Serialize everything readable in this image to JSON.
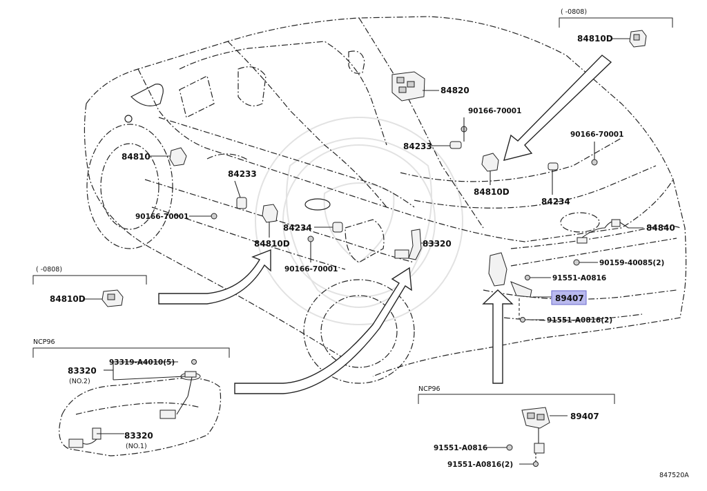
{
  "diagram": {
    "code": "847520A",
    "callouts": {
      "p84810D_top": "84810D",
      "p84820": "84820",
      "p90166_a": "90166-70001",
      "p84233_a": "84233",
      "p90166_b": "90166-70001",
      "p84810D_mid": "84810D",
      "p84234_a": "84234",
      "p84810": "84810",
      "p84233_b": "84233",
      "p90166_c": "90166-70001",
      "p84810D_left": "84810D",
      "p84234_b": "84234",
      "p90166_d": "90166-70001",
      "p83320": "83320",
      "p84840": "84840",
      "p90159": "90159-40085(2)",
      "p91551_a": "91551-A0816",
      "p89407": "89407",
      "p91551_b": "91551-A0816(2)",
      "p84810D_lower": "84810D"
    },
    "notes": {
      "range_top": "(      -0808)",
      "range_left": "(      -0808)"
    },
    "fuel_inset": {
      "title": "NCP96",
      "p93319": "93319-A4010(5)",
      "p83320_no2": "83320",
      "no2": "(NO.2)",
      "p83320_no1": "83320",
      "no1": "(NO.1)"
    },
    "lock_inset": {
      "title": "NCP96",
      "p89407": "89407",
      "p91551_a": "91551-A0816",
      "p91551_b": "91551-A0816(2)"
    }
  }
}
